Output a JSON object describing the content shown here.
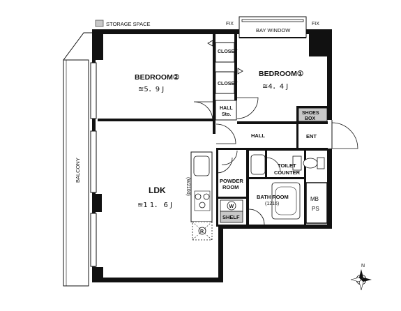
{
  "legend": {
    "storage_space": "STORAGE SPACE"
  },
  "labels": {
    "fix_left": "FIX",
    "fix_right": "FIX",
    "bay_window": "BAY WINDOW",
    "balcony": "BALCONY",
    "bedroom2": "BEDROOM②",
    "bedroom2_size": "≊5．9 J",
    "bedroom1": "BEDROOM①",
    "bedroom1_size": "≊4．4 J",
    "closet_top": "CLOSET",
    "closet_mid": "CLOSET",
    "hall_sto_1": "HALL",
    "hall_sto_2": "Sto.",
    "shoes_1": "SHOES",
    "shoes_2": "BOX",
    "hall": "HALL",
    "ent": "ENT",
    "toilet": "TOILET",
    "counter": "COUNTER",
    "powder_1": "POWDER",
    "powder_2": "ROOM",
    "bath_1": "BATH ROOM",
    "bath_2": "(1216)",
    "shelf": "SHELF",
    "ldk": "LDK",
    "ldk_size": "≊1 1． 6 J",
    "kitchen_code": "(W2100)",
    "mb": "MB",
    "ps": "PS",
    "w_mark": "W",
    "r_mark": "R",
    "north": "N"
  },
  "colors": {
    "wall": "#111111",
    "storage": "#c8c8c8",
    "background": "#ffffff"
  }
}
